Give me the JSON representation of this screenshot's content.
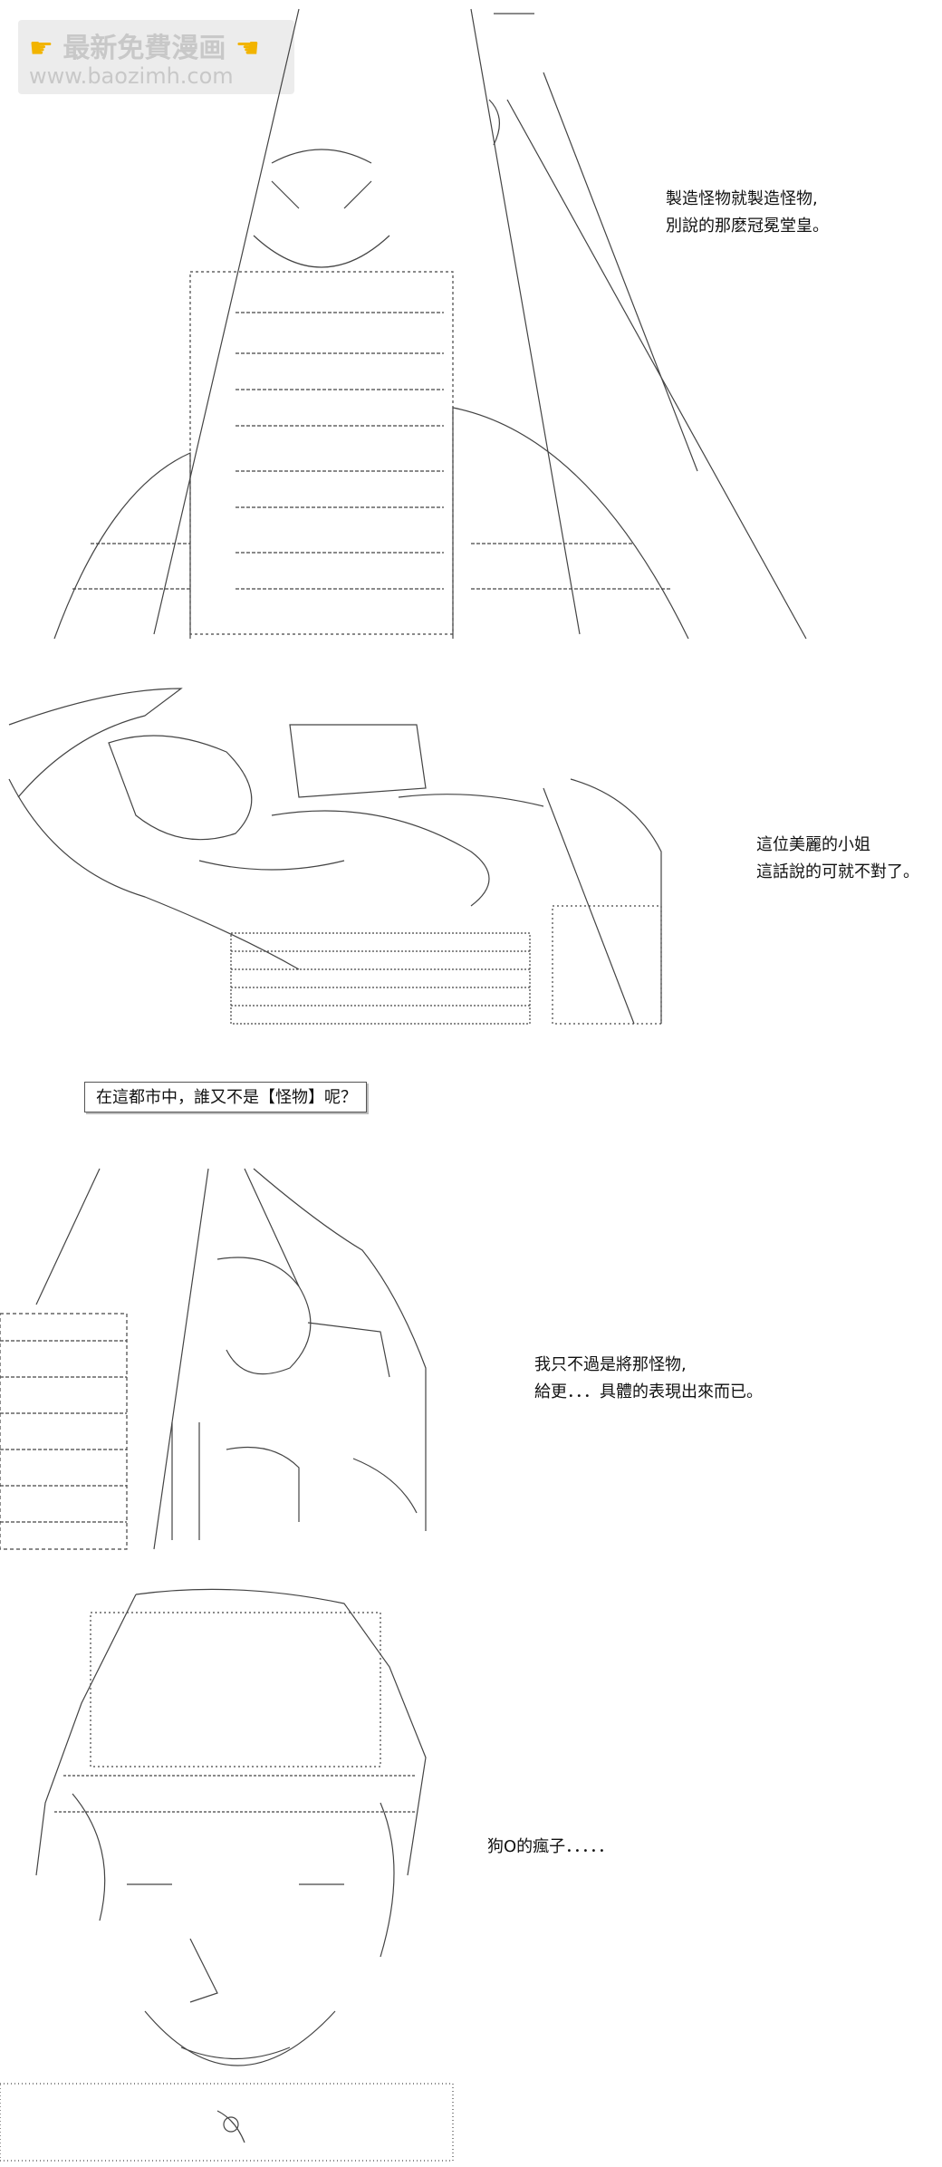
{
  "watermark": {
    "line1": "最新免費漫画",
    "line2": "www.baozimh.com"
  },
  "panels": [
    {
      "id": "p1",
      "lines": [
        "製造怪物就製造怪物,",
        "別說的那麽冠冕堂皇。"
      ]
    },
    {
      "id": "p2",
      "lines": [
        "這位美麗的小姐",
        "這話說的可就不對了。"
      ]
    },
    {
      "id": "p3",
      "box": "在這都市中，誰又不是【怪物】呢？"
    },
    {
      "id": "p4",
      "lines": [
        "我只不過是將那怪物,",
        "給更．．．具體的表現出來而已。"
      ]
    },
    {
      "id": "p5",
      "lines": [
        "狗O的瘋子．．．．．"
      ]
    }
  ],
  "colors": {
    "ink": "#111111",
    "art": "#444444",
    "watermark_bg": "#d8d8d8",
    "watermark_hand": "#f2b400"
  }
}
